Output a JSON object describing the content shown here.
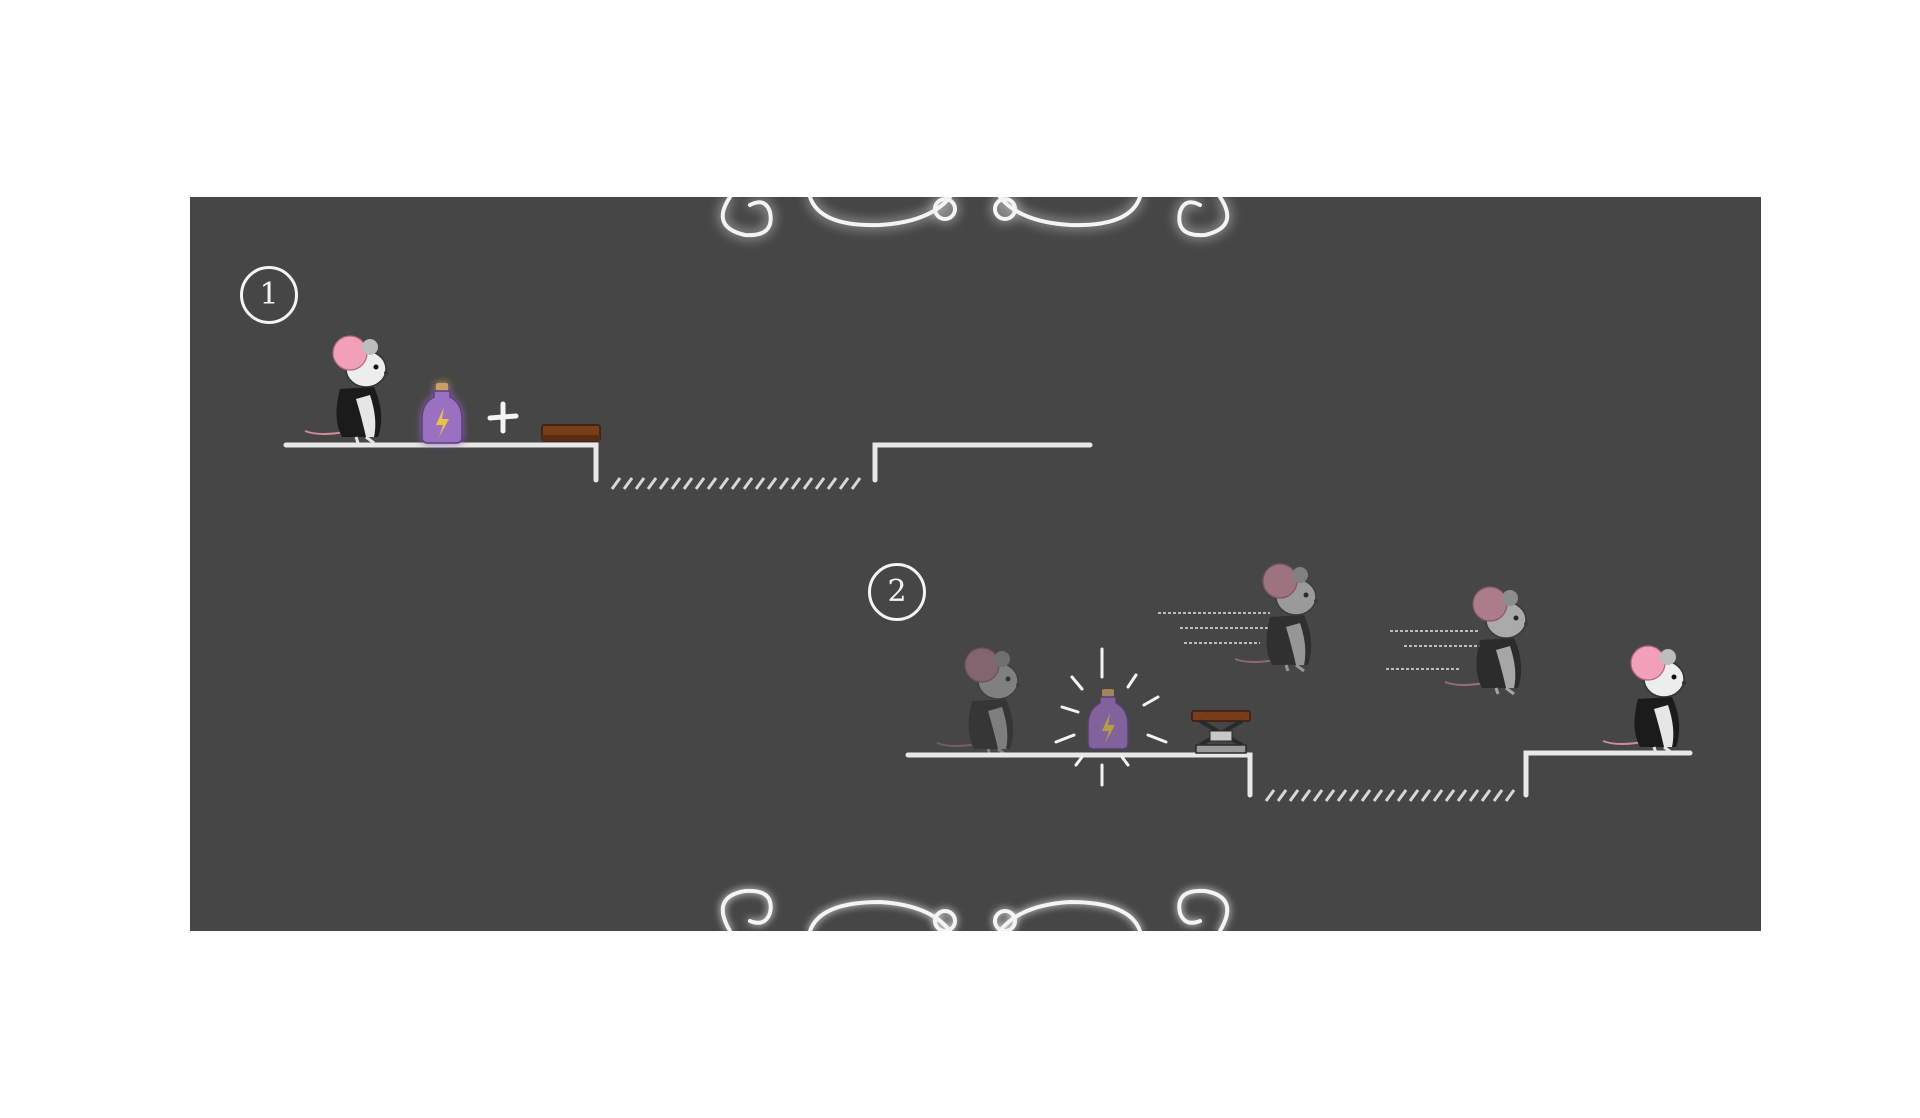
{
  "steps": [
    {
      "label": "1",
      "description": "mouse-with-potion-and-plank"
    },
    {
      "label": "2",
      "description": "mouse-bounces-over-gap"
    }
  ],
  "icons": {
    "player": "mouse-icon",
    "potion": "lightning-potion-icon",
    "plus": "plus-icon",
    "plank": "plank-icon",
    "spring": "spring-trampoline-icon",
    "ornament": "swirl-ornament-icon"
  },
  "colors": {
    "board_bg": "#464646",
    "chalk": "#e8e8e8",
    "mouse_ear": "#f2a0b8",
    "potion": "#9a6fc0",
    "plank": "#7a3d1c"
  }
}
